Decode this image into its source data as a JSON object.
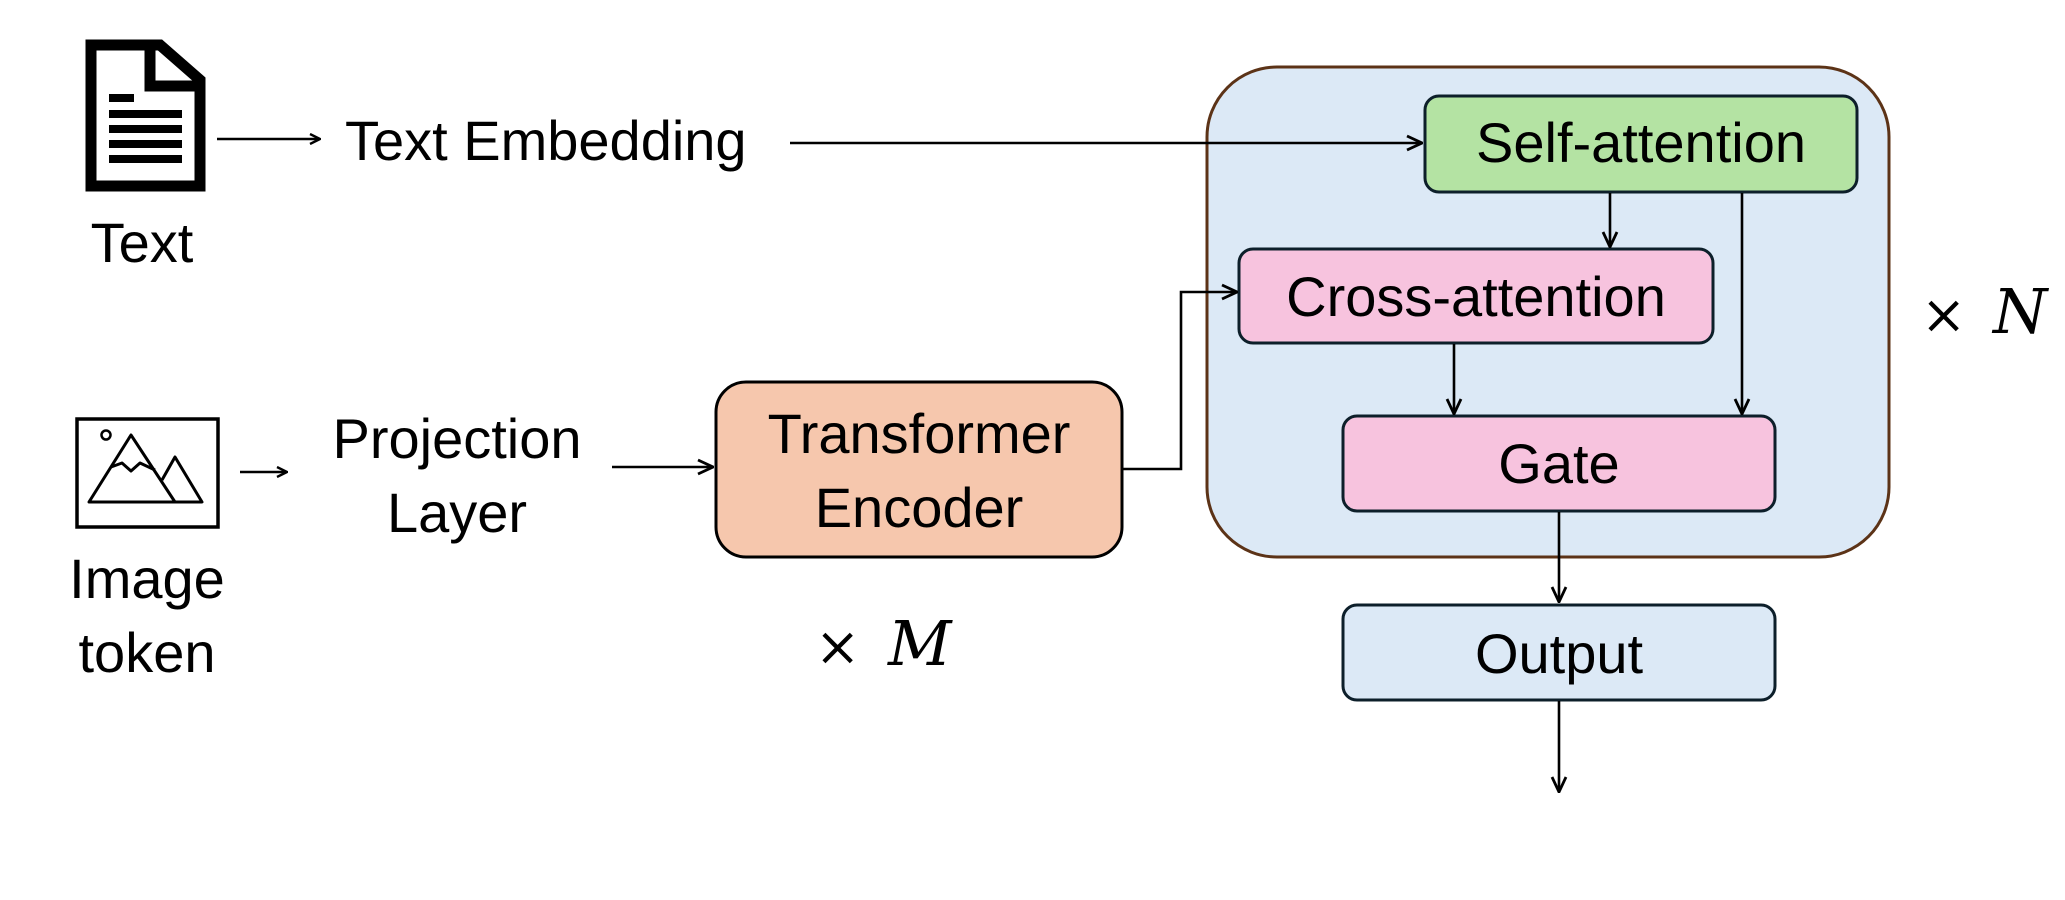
{
  "inputs": {
    "text": {
      "icon": "document-icon",
      "label": "Text"
    },
    "image": {
      "icon": "image-icon",
      "label_lines": [
        "Image",
        "token"
      ]
    }
  },
  "stages": {
    "text_embedding": {
      "label": "Text Embedding"
    },
    "projection_layer": {
      "label_lines": [
        "Projection",
        "Layer"
      ]
    },
    "transformer_encoder": {
      "label_lines": [
        "Transformer",
        "Encoder"
      ],
      "repeat": "× M",
      "repeat_symbol": "×",
      "repeat_var": "M"
    }
  },
  "block": {
    "repeat": "× N",
    "repeat_symbol": "×",
    "repeat_var": "N",
    "self_attention": {
      "label": "Self-attention"
    },
    "cross_attention": {
      "label": "Cross-attention"
    },
    "gate": {
      "label": "Gate"
    }
  },
  "output": {
    "label": "Output"
  },
  "colors": {
    "block_fill": "#dce9f6",
    "block_stroke": "#5c3317",
    "self_attention_fill": "#b4e3a3",
    "cross_attention_fill": "#f7c3de",
    "gate_fill": "#f7c3de",
    "output_fill": "#dce9f6",
    "encoder_fill": "#f6c7ad",
    "box_stroke": "#0d1f2a"
  }
}
